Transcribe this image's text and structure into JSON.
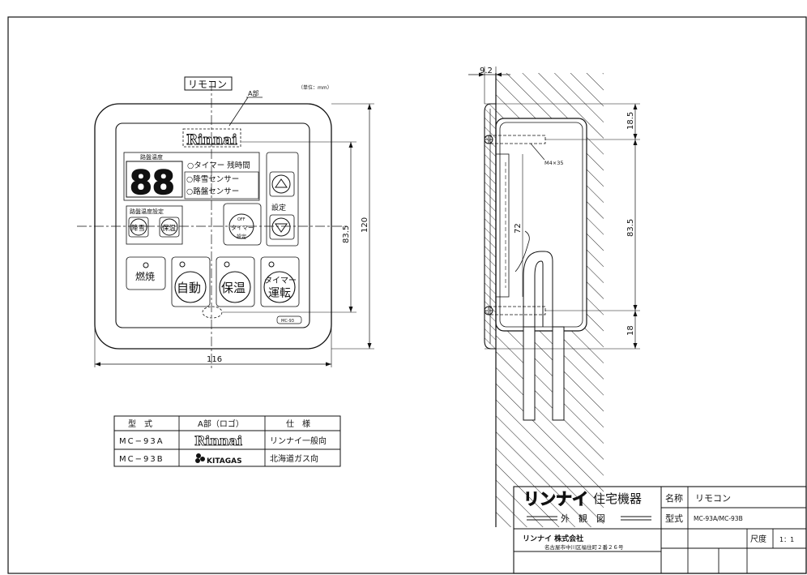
{
  "front_view": {
    "title": "リモコン",
    "part_a_label": "A部",
    "unit_note": "（単位：mm）",
    "logo": "Rinnai",
    "panel": {
      "display_label": "路盤温度",
      "display_digits": "88",
      "indicator_timer": "○タイマー 残時間",
      "indicator_snow": "○降雪センサー",
      "indicator_road": "○路盤センサー",
      "temp_setting_label": "路盤温度設定",
      "btn_snow": "降雪",
      "btn_keep_small": "保温",
      "timer_small_top": "OFF",
      "timer_small_mid": "タイマー",
      "timer_small_bot": "設定",
      "setting_label": "設定",
      "burn_label": "燃焼",
      "btn_auto": "自動",
      "btn_keep": "保温",
      "btn_timer_top": "タイマー",
      "btn_timer_bot": "運転",
      "model_tag": "MC-93"
    },
    "dim_width": "116",
    "dim_height_inner": "83.5",
    "dim_height_outer": "120"
  },
  "side_view": {
    "dim_depth": "9.2",
    "dim_top": "18.5",
    "dim_mid": "83.5",
    "dim_bottom": "18",
    "dim_inner": "72",
    "screw_label": "M4×35"
  },
  "spec_table": {
    "headers": [
      "型　式",
      "A部（ロゴ）",
      "仕　様"
    ],
    "rows": [
      {
        "model": "MC−93A",
        "logo": "Rinnai",
        "spec": "リンナイ一般向"
      },
      {
        "model": "MC−93B",
        "logo": "KITAGAS",
        "spec": "北海道ガス向"
      }
    ]
  },
  "title_block": {
    "brand": "リンナイ",
    "brand_sub": "住宅機器",
    "view_name": "外　観　図",
    "company": "リンナイ 株式会社",
    "address": "名古屋市中川区福住町２番２６号",
    "name_label": "名称",
    "name_value": "リモコン",
    "model_label": "型式",
    "model_value": "MC-93A/MC-93B",
    "scale_label": "尺度",
    "scale_value": "1：1"
  }
}
